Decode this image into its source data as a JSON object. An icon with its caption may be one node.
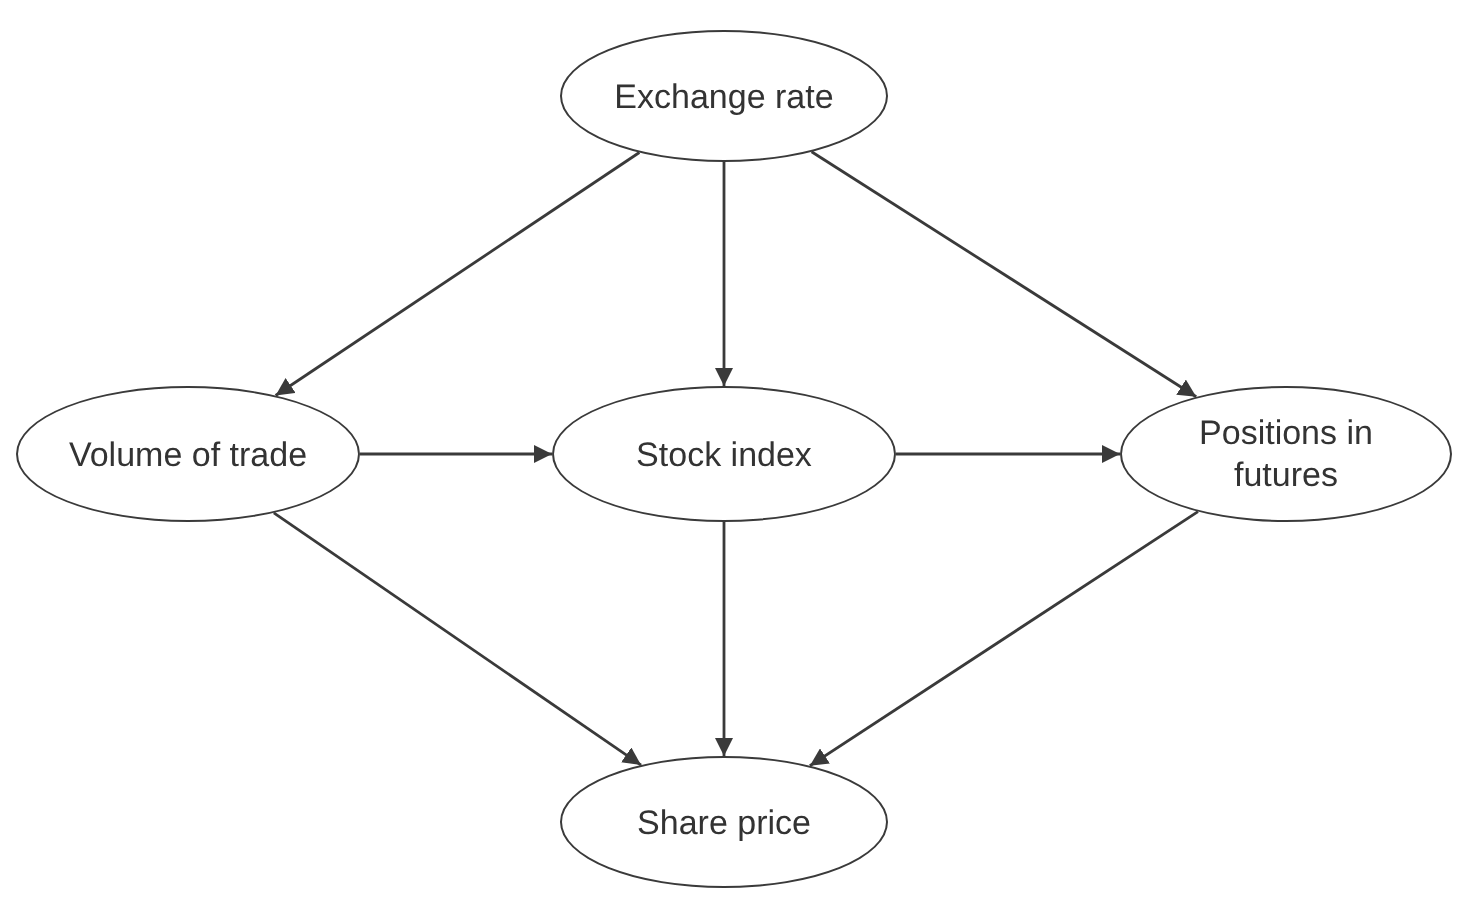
{
  "diagram": {
    "nodes": [
      {
        "text": [
          "Exchange rate"
        ]
      },
      {
        "text": [
          "Volume of trade"
        ]
      },
      {
        "text": [
          "Stock index"
        ]
      },
      {
        "text": [
          "Positions in futures"
        ]
      },
      {
        "text": [
          "Share price"
        ]
      }
    ],
    "edges": [
      {
        "from": 0,
        "to": 1,
        "arrow": "to"
      },
      {
        "from": 0,
        "to": 2,
        "arrow": "to"
      },
      {
        "from": 0,
        "to": 3,
        "arrow": "to"
      },
      {
        "from": 1,
        "to": 2,
        "arrow": "to"
      },
      {
        "from": 2,
        "to": 3,
        "arrow": "to"
      },
      {
        "from": 1,
        "to": 4,
        "arrow": "to"
      },
      {
        "from": 2,
        "to": 4,
        "arrow": "to"
      },
      {
        "from": 3,
        "to": 4,
        "arrow": "to"
      }
    ]
  }
}
